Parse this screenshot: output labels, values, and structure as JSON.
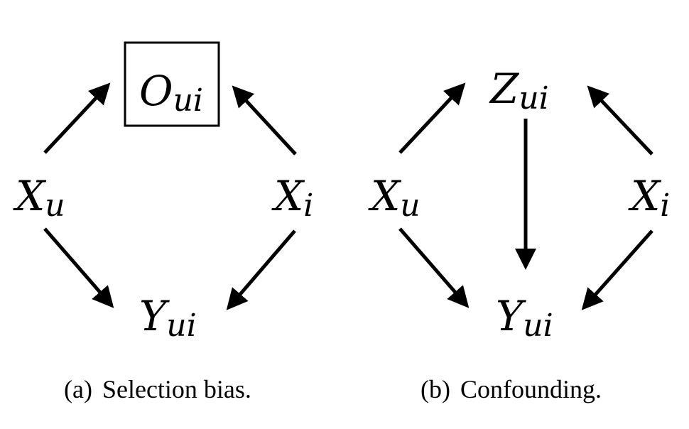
{
  "panels": [
    {
      "id": "a",
      "caption_tag": "(a)",
      "caption_text": "Selection bias.",
      "nodes": {
        "top": {
          "main": "O",
          "sub": "ui",
          "boxed": true
        },
        "left": {
          "main": "X",
          "sub": "u"
        },
        "right": {
          "main": "X",
          "sub": "i"
        },
        "bottom": {
          "main": "Y",
          "sub": "ui"
        }
      },
      "edges": [
        {
          "from": "left",
          "to": "top"
        },
        {
          "from": "right",
          "to": "top"
        },
        {
          "from": "left",
          "to": "bottom"
        },
        {
          "from": "right",
          "to": "bottom"
        }
      ]
    },
    {
      "id": "b",
      "caption_tag": "(b)",
      "caption_text": "Confounding.",
      "nodes": {
        "top": {
          "main": "Z",
          "sub": "ui"
        },
        "left": {
          "main": "X",
          "sub": "u"
        },
        "right": {
          "main": "X",
          "sub": "i"
        },
        "bottom": {
          "main": "Y",
          "sub": "ui"
        }
      },
      "edges": [
        {
          "from": "left",
          "to": "top"
        },
        {
          "from": "right",
          "to": "top"
        },
        {
          "from": "left",
          "to": "bottom"
        },
        {
          "from": "right",
          "to": "bottom"
        },
        {
          "from": "top",
          "to": "bottom"
        }
      ]
    }
  ]
}
